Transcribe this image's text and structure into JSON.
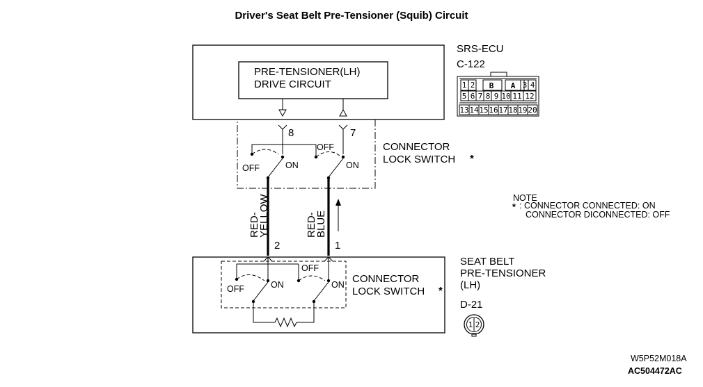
{
  "title": "Driver's Seat Belt Pre-Tensioner (Squib) Circuit",
  "ecu": {
    "name": "SRS-ECU",
    "connector_id": "C-122",
    "inner_label_line1": "PRE-TENSIONER(LH)",
    "inner_label_line2": "DRIVE CIRCUIT",
    "pins": [
      "8",
      "7"
    ],
    "connector_face": {
      "top_row": [
        "1",
        "2",
        "B",
        "A",
        "3",
        "4"
      ],
      "middle_row": [
        "5",
        "6",
        "7",
        "8",
        "9",
        "10",
        "11",
        "12"
      ],
      "bottom_row": [
        "13",
        "14",
        "15",
        "16",
        "17",
        "18",
        "19",
        "20"
      ]
    }
  },
  "ecu_switch": {
    "label_line1": "CONNECTOR",
    "label_line2": "LOCK SWITCH",
    "asterisk": "*",
    "off": "OFF",
    "on": "ON"
  },
  "wires": [
    {
      "color_line1": "RED-",
      "color_line2": "YELLOW",
      "pin": "2"
    },
    {
      "color_line1": "RED-",
      "color_line2": "BLUE",
      "pin": "1"
    }
  ],
  "note": {
    "heading": "NOTE",
    "asterisk": "*",
    "line1": ": CONNECTOR CONNECTED: ON",
    "line2": "CONNECTOR DICONNECTED: OFF"
  },
  "tensioner": {
    "name_line1": "SEAT BELT",
    "name_line2": "PRE-TENSIONER",
    "name_line3": "(LH)",
    "connector_id": "D-21",
    "connector_pins": [
      "1",
      "2"
    ]
  },
  "tensioner_switch": {
    "label_line1": "CONNECTOR",
    "label_line2": "LOCK SWITCH",
    "asterisk": "*",
    "off": "OFF",
    "on": "ON"
  },
  "codes": {
    "code1": "W5P52M018A",
    "code2": "AC504472AC"
  }
}
